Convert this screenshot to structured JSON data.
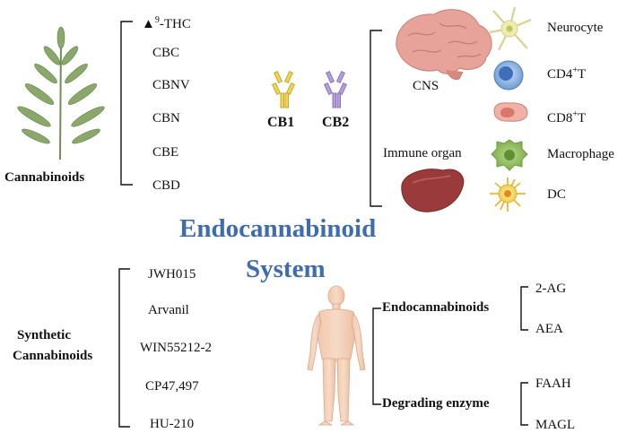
{
  "title": {
    "line1": "Endocannabinoid",
    "line2": "System"
  },
  "cannabinoids": {
    "label": "Cannabinoids",
    "items": [
      {
        "marker": "▲",
        "sup": "9",
        "text": "-THC"
      },
      {
        "text": "CBC"
      },
      {
        "text": "CBNV"
      },
      {
        "text": "CBN"
      },
      {
        "text": "CBE"
      },
      {
        "text": "CBD"
      }
    ]
  },
  "receptors": {
    "cb1": "CB1",
    "cb2": "CB2"
  },
  "organs": {
    "cns": "CNS",
    "immune": "Immune organ"
  },
  "cells": [
    {
      "name": "Neurocyte"
    },
    {
      "name": "CD4",
      "sup": "+",
      "suffix": "T"
    },
    {
      "name": "CD8",
      "sup": "+",
      "suffix": "T"
    },
    {
      "name": "Macrophage"
    },
    {
      "name": "DC"
    }
  ],
  "synthetic": {
    "label_line1": "Synthetic",
    "label_line2": "Cannabinoids",
    "items": [
      "JWH015",
      "Arvanil",
      "WIN55212-2",
      "CP47,497",
      "HU-210"
    ]
  },
  "endo": {
    "label": "Endocannabinoids",
    "items": [
      "2-AG",
      "AEA"
    ]
  },
  "enzymes": {
    "label": "Degrading enzyme",
    "items": [
      "FAAH",
      "MAGL"
    ]
  },
  "colors": {
    "title": "#3f6bb0",
    "brain": "#e7a39a",
    "spleen": "#9b3a3a",
    "leaf": "#8aa86a"
  }
}
